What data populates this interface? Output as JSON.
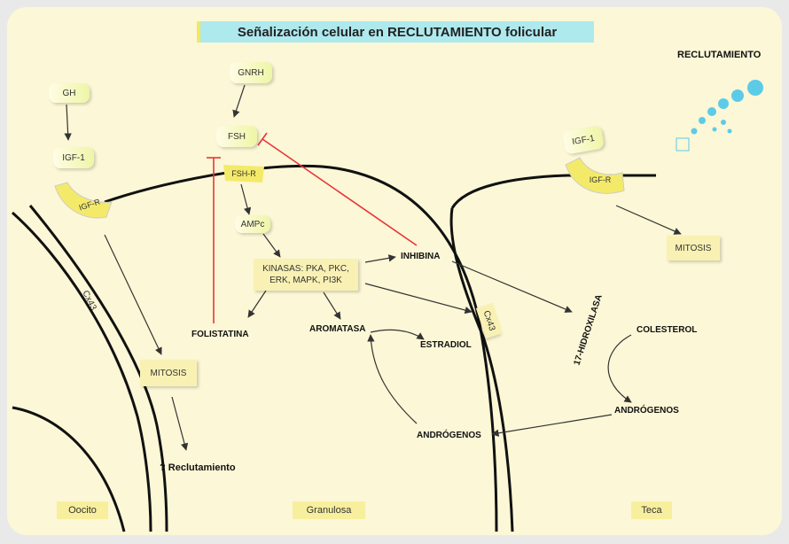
{
  "title": "Señalización celular en RECLUTAMIENTO folicular",
  "legend": {
    "label": "RECLUTAMIENTO"
  },
  "nodes": {
    "gh": "GH",
    "igf1_left": "IGF-1",
    "igf1r_left": "IGF-R",
    "gnrh": "GNRH",
    "fsh": "FSH",
    "fsh_r": "FSH-R",
    "ampc": "AMPc",
    "kinasas_line1": "KINASAS: PKA, PKC,",
    "kinasas_line2": "ERK, MAPK, PI3K",
    "igf1_right": "IGF-1",
    "igf1r_right": "IGF-R",
    "mitosis_right": "MITOSIS",
    "mitosis_left": "MITOSIS",
    "cx43_left": "Cx43",
    "cx43_mid": "Cx43"
  },
  "labels": {
    "inhibina": "INHIBINA",
    "folistatina": "FOLISTATINA",
    "aromatasa": "AROMATASA",
    "estradiol": "ESTRADIOL",
    "androgenos_left": "ANDRÓGENOS",
    "androgenos_right": "ANDRÓGENOS",
    "colesterol": "COLESTEROL",
    "hidroxilasa": "17-HIDROXILASA",
    "reclutamiento": "? Reclutamiento"
  },
  "compartments": {
    "oocito": "Oocito",
    "granulosa": "Granulosa",
    "teca": "Teca"
  },
  "colors": {
    "inhibition": "#e8343a",
    "membrane": "#111111",
    "arrow": "#333333",
    "legend_dots": "#5ccbe8"
  }
}
